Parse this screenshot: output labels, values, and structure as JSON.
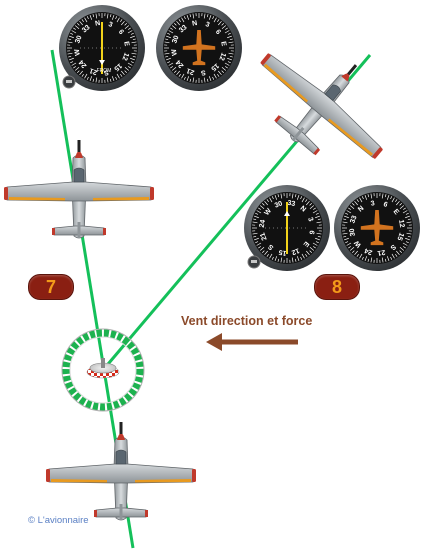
{
  "badges": {
    "seven": "7",
    "eight": "8"
  },
  "wind": {
    "label": "Vent direction et force",
    "arrow_color": "#8b4a2a"
  },
  "copyright": "© L'avionnaire",
  "instruments": {
    "vor_card_labels": [
      "N",
      "3",
      "6",
      "E",
      "12",
      "15",
      "S",
      "21",
      "24",
      "W",
      "30",
      "33"
    ],
    "vor_from_label": "FROM",
    "heading_card_labels": [
      "N",
      "3",
      "6",
      "E",
      "12",
      "15",
      "S",
      "21",
      "24",
      "W",
      "30",
      "33"
    ]
  },
  "colors": {
    "track_line": "#14c05a",
    "badge_fill": "#8a1f12",
    "badge_text": "#f39a1a",
    "vor_ring": "#1db24f",
    "aircraft_body": "#b7bcc0",
    "aircraft_stripe": "#e89a20"
  }
}
